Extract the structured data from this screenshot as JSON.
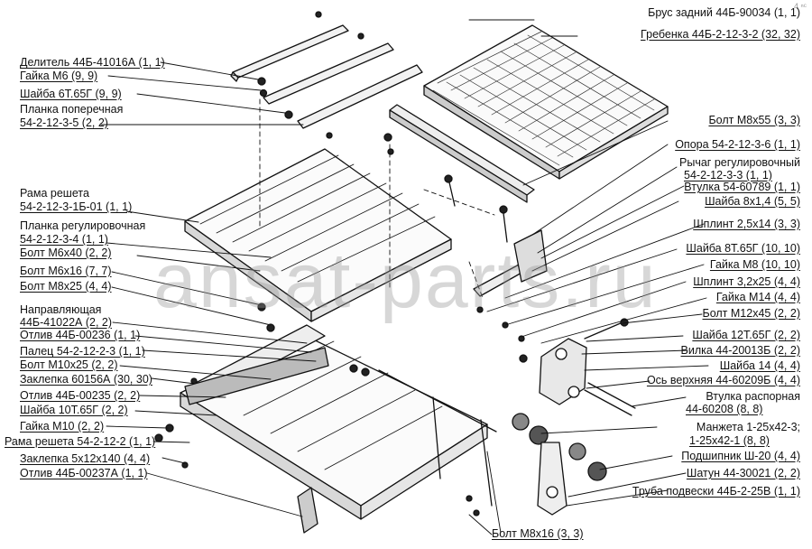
{
  "labels_left": [
    "Делитель 44Б-41016А (1, 1)",
    "Гайка М6 (9, 9)",
    "Шайба 6Т.65Г (9, 9)",
    "Планка поперечная",
    "54-2-12-3-5 (2, 2)",
    "Рама решета",
    "54-2-12-3-1Б-01 (1, 1)",
    "Планка регулировочная",
    "54-2-12-3-4 (1, 1)",
    "Болт М6х40 (2, 2)",
    "Болт М6х16 (7, 7)",
    "Болт М8х25 (4, 4)",
    "Направляющая",
    "44Б-41022А (2, 2)",
    "Отлив 44Б-00236 (1, 1)",
    "Палец 54-2-12-2-3 (1, 1)",
    "Болт М10х25 (2, 2)",
    "Заклепка 60156А (30, 30)",
    "Отлив 44Б-00235 (2, 2)",
    "Шайба 10Т.65Г (2, 2)",
    "Гайка М10 (2, 2)",
    "Рама решета 54-2-12-2 (1, 1)",
    "Заклепка 5х12х140 (4, 4)",
    "Отлив 44Б-00237А (1, 1)"
  ],
  "labels_right": [
    "Брус задний 44Б-90034 (1, 1)",
    "Гребенка 44Б-2-12-3-2 (32, 32)",
    "Болт М8х55 (3, 3)",
    "Опора 54-2-12-3-6 (1, 1)",
    "Рычаг регулировочный",
    "54-2-12-3-3 (1, 1)",
    "Втулка 54-60789 (1, 1)",
    "Шайба 8х1,4 (5, 5)",
    "Шплинт 2,5х14 (3, 3)",
    "Шайба 8Т.65Г (10, 10)",
    "Гайка М8 (10, 10)",
    "Шплинт 3,2х25 (4, 4)",
    "Гайка М14 (4, 4)",
    "Болт М12х45 (2, 2)",
    "Шайба 12Т.65Г (2, 2)",
    "Вилка 44-20013Б (2, 2)",
    "Шайба 14 (4, 4)",
    "Ось верхняя 44-60209Б (4, 4)",
    "Втулка распорная",
    "44-60208 (8, 8)",
    "Манжета 1-25х42-3;",
    "1-25х42-1 (8, 8)",
    "Подшипник Ш-20 (4, 4)",
    "Шатун 44-30021 (2, 2)",
    "Труба подвески 44Б-2-25В (1, 1)"
  ],
  "label_bottom": "Болт М8х16 (3, 3)",
  "watermark": "ansat-parts.ru",
  "corner_mark": "4 ⁿᶜ"
}
